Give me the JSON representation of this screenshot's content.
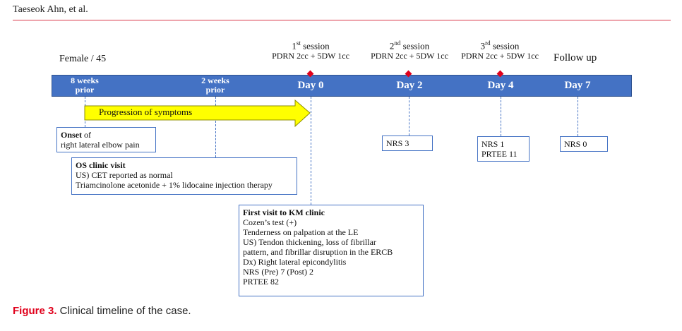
{
  "header": {
    "author": "Taeseok Ahn, et al."
  },
  "patient": {
    "label": "Female / 45"
  },
  "sessions": [
    {
      "name_prefix": "1",
      "name_sup": "st",
      "name_suffix": " session",
      "dose": "PDRN 2cc + 5DW 1cc"
    },
    {
      "name_prefix": "2",
      "name_sup": "nd",
      "name_suffix": " session",
      "dose": "PDRN 2cc + 5DW 1cc"
    },
    {
      "name_prefix": "3",
      "name_sup": "rd",
      "name_suffix": " session",
      "dose": "PDRN 2cc + 5DW 1cc"
    }
  ],
  "follow_up": {
    "label": "Follow up"
  },
  "timeline": {
    "points": [
      {
        "line1": "8 weeks",
        "line2": "prior"
      },
      {
        "line1": "2 weeks",
        "line2": "prior"
      },
      {
        "label": "Day 0"
      },
      {
        "label": "Day 2"
      },
      {
        "label": "Day 4"
      },
      {
        "label": "Day 7"
      }
    ],
    "marker_color": "#e0001b",
    "bar_color": "#4472c4"
  },
  "progression": {
    "label": "Progression  of symptoms",
    "color": "#ffff00"
  },
  "onset": {
    "title": "Onset",
    "title_suffix": " of",
    "line2": "right lateral elbow pain"
  },
  "os_clinic": {
    "title": "OS clinic visit",
    "lines": [
      "US) CET reported as normal",
      "Triamcinolone acetonide + 1% lidocaine injection therapy"
    ]
  },
  "km_clinic": {
    "title": "First visit to KM clinic",
    "lines": [
      "Cozen’s test (+)",
      "Tenderness on palpation at the LE",
      "US) Tendon thickening, loss of fibrillar",
      "pattern, and fibrillar disruption in the ERCB",
      "Dx) Right lateral epicondylitis",
      "NRS (Pre) 7  (Post) 2",
      "PRTEE 82"
    ]
  },
  "outcomes": {
    "day2": {
      "line1": "NRS 3"
    },
    "day4": {
      "line1": "NRS 1",
      "line2": "PRTEE 11"
    },
    "day7": {
      "line1": "NRS 0"
    }
  },
  "caption": {
    "number": "Figure 3.",
    "text": " Clinical timeline of the case."
  }
}
